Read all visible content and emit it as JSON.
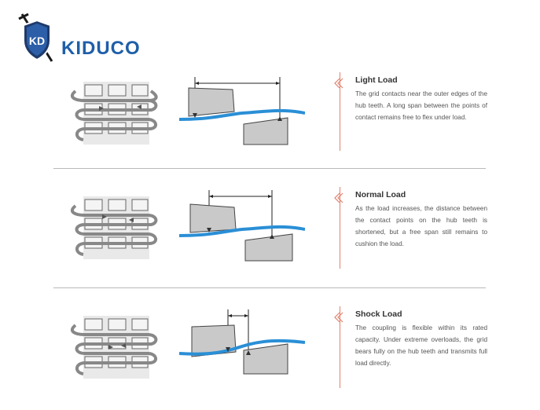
{
  "brand": {
    "name": "KIDUCO",
    "badge_letters": "KD",
    "color": "#1f5fa8"
  },
  "sections": [
    {
      "title": "Light Load",
      "body": "The grid contacts near the outer edges of the hub teeth. A long span between the points of contact remains free to flex under load."
    },
    {
      "title": "Normal Load",
      "body": "As the load increases, the distance between the contact points on the hub teeth is shortened, but a free span still remains to cushion the load."
    },
    {
      "title": "Shock Load",
      "body": "The coupling is flexible within its rated capacity. Under extreme overloads, the grid bears fully on the hub teeth and transmits full load directly."
    }
  ],
  "colors": {
    "accent": "#e0826e",
    "grid_blue": "#2a8fd6",
    "tooth_fill": "#c9c9c9"
  }
}
